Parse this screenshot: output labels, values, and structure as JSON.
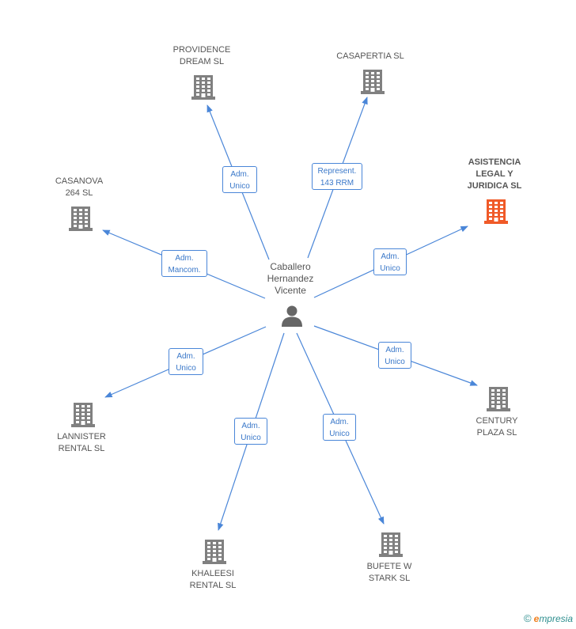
{
  "center": {
    "name": "Caballero\nHernandez\nVicente",
    "icon": "person-icon"
  },
  "colors": {
    "edge": "#4a86d8",
    "building": "#808080",
    "highlight": "#f05a28",
    "text": "#555555"
  },
  "companies": [
    {
      "id": "providence",
      "name": "PROVIDENCE\nDREAM  SL",
      "relation": "Adm.\nUnico",
      "highlight": false
    },
    {
      "id": "casapertia",
      "name": "CASAPERTIA SL",
      "relation": "Represent.\n143 RRM",
      "highlight": false
    },
    {
      "id": "asistencia",
      "name": "ASISTENCIA\nLEGAL Y\nJURIDICA SL",
      "relation": "Adm.\nUnico",
      "highlight": true
    },
    {
      "id": "casanova",
      "name": "CASANOVA\n264  SL",
      "relation": "Adm.\nMancom.",
      "highlight": false
    },
    {
      "id": "century",
      "name": "CENTURY\nPLAZA  SL",
      "relation": "Adm.\nUnico",
      "highlight": false
    },
    {
      "id": "lannister",
      "name": "LANNISTER\nRENTAL  SL",
      "relation": "Adm.\nUnico",
      "highlight": false
    },
    {
      "id": "khaleesi",
      "name": "KHALEESI\nRENTAL  SL",
      "relation": "Adm.\nUnico",
      "highlight": false
    },
    {
      "id": "bufete",
      "name": "BUFETE W\nSTARK  SL",
      "relation": "Adm.\nUnico",
      "highlight": false
    }
  ],
  "footer": {
    "copyright": "©",
    "brand_initial": "e",
    "brand_rest": "mpresia"
  }
}
